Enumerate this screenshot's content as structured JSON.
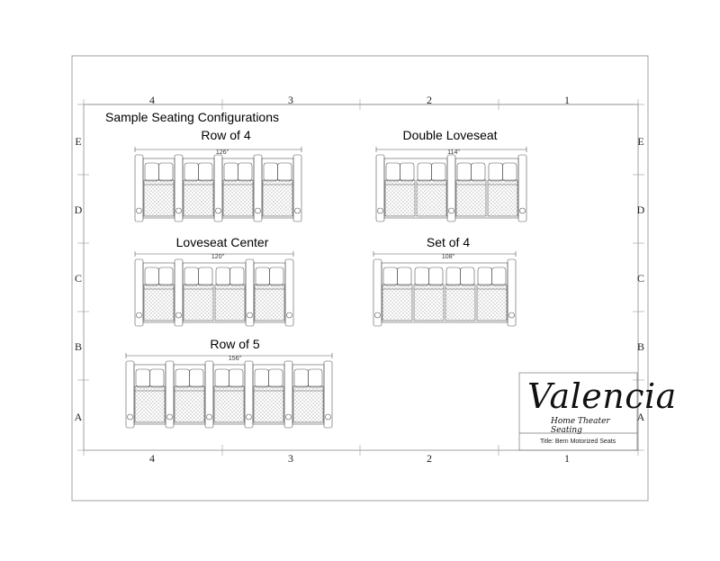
{
  "sheet_title": "Sample Seating Configurations",
  "column_numbers": [
    "4",
    "3",
    "2",
    "1"
  ],
  "row_letters": [
    "E",
    "D",
    "C",
    "B",
    "A"
  ],
  "configs": [
    {
      "id": "row4",
      "title": "Row of 4",
      "width_label": "126\""
    },
    {
      "id": "double",
      "title": "Double Loveseat",
      "width_label": "114\""
    },
    {
      "id": "lcenter",
      "title": "Loveseat Center",
      "width_label": "120\""
    },
    {
      "id": "set4",
      "title": "Set of 4",
      "width_label": "108\""
    },
    {
      "id": "row5",
      "title": "Row of 5",
      "width_label": "156\""
    }
  ],
  "title_block": {
    "logo": "Valencia",
    "logo_subtitle": "Home Theater Seating",
    "title_text": "Title: Bern Motorized Seats"
  }
}
